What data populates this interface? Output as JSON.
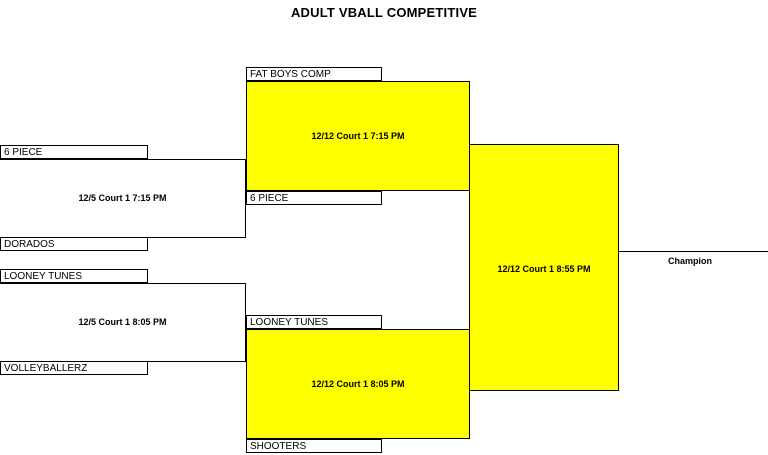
{
  "title": "ADULT VBALL COMPETITIVE",
  "colors": {
    "highlight": "#ffff00",
    "line": "#000000"
  },
  "round1": {
    "match1": {
      "team_a": "6 PIECE",
      "team_b": "DORADOS",
      "info": "12/5 Court 1 7:15 PM"
    },
    "match2": {
      "team_a": "LOONEY TUNES",
      "team_b": "VOLLEYBALLERZ",
      "info": "12/5 Court 1 8:05 PM"
    }
  },
  "round2": {
    "match1": {
      "team_a": "FAT BOYS COMP",
      "team_b": "6 PIECE",
      "info": "12/12 Court 1 7:15 PM"
    },
    "match2": {
      "team_a": "LOONEY TUNES",
      "team_b": "SHOOTERS",
      "info": "12/12 Court 1 8:05 PM"
    }
  },
  "final": {
    "info": "12/12 Court 1 8:55 PM"
  },
  "champion_label": "Champion"
}
